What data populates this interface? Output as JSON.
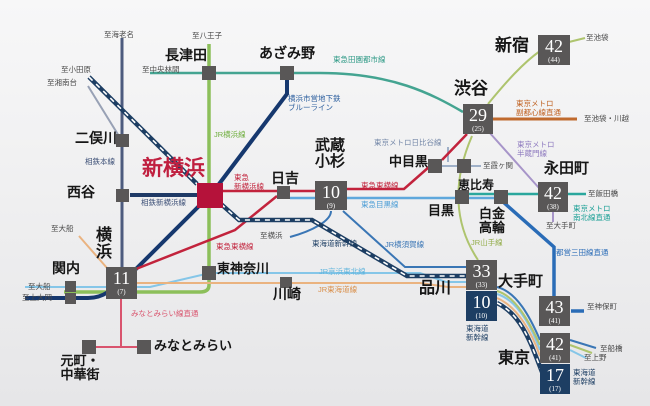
{
  "colors": {
    "box_gray": "#595757",
    "box_navy": "#1d3e63",
    "station_red_box": "#b5123a",
    "shin_yokohama_text": "#c01f3f",
    "line_sotetsu_main": "#4d5b7e",
    "line_izumino": "#98a1b5",
    "line_jr_yokohama": "#8cbf5a",
    "line_blueline": "#16386e",
    "line_denentoshi": "#44a491",
    "line_shinkansen": "#1d3e63",
    "line_sotetsu_shinyoko": "#1f3a66",
    "line_tokyu": "#c2233c",
    "line_mm": "#d9546e",
    "line_meguro": "#5fa8dc",
    "line_hibiya": "#9fb0c8",
    "line_yamanote": "#aec46e",
    "line_fukutoshin": "#c06a2e",
    "line_hanzomon": "#a795c9",
    "line_nanboku": "#2aa79d",
    "line_mita": "#2a6cb7",
    "line_yokosuka": "#3a76b5",
    "line_keihintohoku": "#85c6e8",
    "line_tokaido": "#eab380"
  },
  "stations": {
    "nagatsuta": "長津田",
    "azamino": "あざみ野",
    "shinjuku": "新宿",
    "shibuya": "渋谷",
    "futamatagawa": "二俣川",
    "shin_yokohama": "新横浜",
    "nishiya": "西谷",
    "musashi": "武蔵",
    "kosugi": "小杉",
    "hiyoshi": "日吉",
    "nakameguro": "中目黒",
    "ebisu": "恵比寿",
    "meguro": "目黒",
    "nagatacho": "永田町",
    "yoko": "横",
    "hama": "浜",
    "kannai": "関内",
    "shirokane": "白金",
    "takanawa": "高輪",
    "otemachi": "大手町",
    "higashi_kanagawa": "東神奈川",
    "kawasaki": "川崎",
    "shinagawa": "品川",
    "tokyo": "東京",
    "minatomirai": "みなとみらい",
    "motomachi": "元町・",
    "chukagai": "中華街"
  },
  "directions": {
    "ebina": "至海老名",
    "hachioji": "至八王子",
    "chuorinkan": "至中央林間",
    "odawara": "至小田原",
    "shonandai": "至湘南台",
    "ikebukuro": "至池袋",
    "ikebukuro_kawagoe": "至池袋・川越",
    "kasumigaseki": "至霞ヶ関",
    "iidabashi": "至飯田橋",
    "otemachi_dir": "至大手町",
    "jimbocho": "至神保町",
    "funabashi": "至船橋",
    "ueno": "至上野",
    "ofuna_tokaido": "至大船",
    "ofuna_keihin": "至大船",
    "kamiooka": "至上大岡",
    "yokohama_dir": "至横浜"
  },
  "lines": {
    "jr_yokohama": "JR横浜線",
    "blueline1": "横浜市営地下鉄",
    "blueline2": "ブルーライン",
    "denentoshi": "東急田園都市線",
    "fukutoshin1": "東京メトロ",
    "fukutoshin2": "副都心線直通",
    "hibiya": "東京メトロ日比谷線",
    "hanzomon1": "東京メトロ",
    "hanzomon2": "半蔵門線",
    "nanboku1": "東京メトロ",
    "nanboku2": "南北線直通",
    "mita": "都営三田線直通",
    "yamanote": "JR山手線",
    "tokyu_sy1": "東急",
    "tokyu_sy2": "新横浜線",
    "toyoko_a": "東急東横線",
    "toyoko_b": "東急東横線",
    "meguro_line": "東急目黒線",
    "sotetsu_main": "相鉄本線",
    "sotetsu_shinyoko": "相鉄新横浜線",
    "mm_chokutsu": "みなとみらい線直通",
    "shinkansen": "東海道新幹線",
    "yokosuka": "JR横須賀線",
    "keihintohoku": "JR京浜東北線",
    "tokaido": "JR東海道線",
    "shinkansen_s1": "東海道",
    "shinkansen_s2": "新幹線"
  },
  "times": {
    "shinjuku": {
      "main": "42",
      "alt": "(44)"
    },
    "shibuya": {
      "main": "29",
      "alt": "(25)"
    },
    "nagatacho": {
      "main": "42",
      "alt": "(38)"
    },
    "musashikosugi": {
      "main": "10",
      "alt": "(9)"
    },
    "yokohama": {
      "main": "11",
      "alt": "(7)"
    },
    "shinagawa": {
      "main": "33",
      "alt": "(33)"
    },
    "shinagawa_shinkansen": {
      "main": "10",
      "alt": "(10)"
    },
    "otemachi": {
      "main": "43",
      "alt": "(41)"
    },
    "tokyo": {
      "main": "42",
      "alt": "(41)"
    },
    "tokyo_shinkansen": {
      "main": "17",
      "alt": "(17)"
    }
  }
}
